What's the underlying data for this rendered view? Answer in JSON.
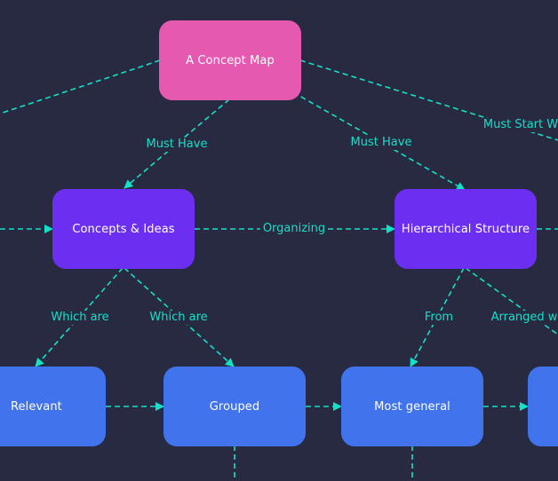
{
  "colors": {
    "background": "#272a40",
    "connector": "#14e0c8",
    "root_node": "#e559b0",
    "level1_node": "#6c2ff2",
    "level2_node": "#4173ec",
    "node_text": "#ffffff"
  },
  "nodes": {
    "root": "A Concept Map",
    "concepts": "Concepts & Ideas",
    "hierarchy": "Hierarchical Structure",
    "relevant": "Relevant",
    "grouped": "Grouped",
    "most_general": "Most general",
    "offscreen_right": ""
  },
  "edge_labels": {
    "root_to_concepts": "Must Have",
    "root_to_hierarchy": "Must Have",
    "root_to_right": "Must Start W",
    "concepts_to_hierarchy": "Organizing",
    "concepts_to_relevant": "Which are",
    "concepts_to_grouped": "Which are",
    "hierarchy_to_most_general": "From",
    "hierarchy_to_right": "Arranged w"
  }
}
